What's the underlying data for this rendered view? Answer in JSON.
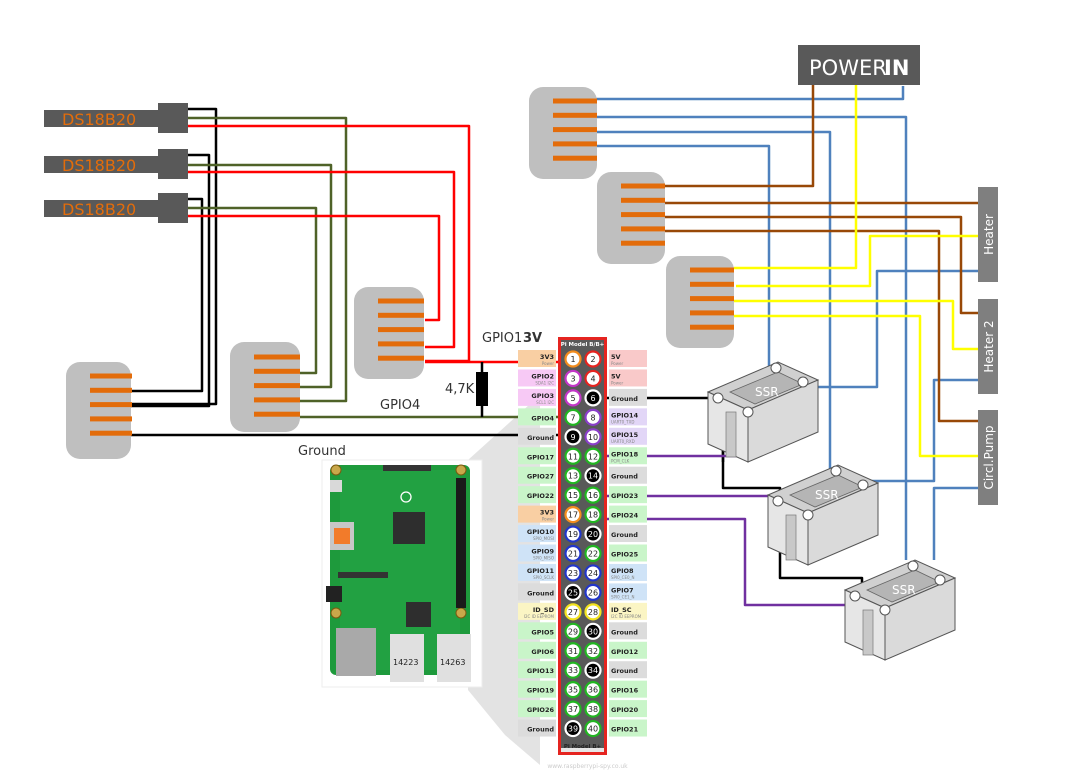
{
  "sensors": {
    "label": "DS18B20",
    "items": [
      {
        "name": "DS18B20"
      },
      {
        "name": "DS18B20"
      },
      {
        "name": "DS18B20"
      }
    ]
  },
  "labels": {
    "gpio1_prefix": "GPIO1",
    "gpio1_suffix": "3V",
    "resistor": "4,7K",
    "gpio4": "GPIO4",
    "ground": "Ground",
    "ssr": "SSR",
    "power_in_a": "POWER",
    "power_in_b": "IN"
  },
  "loads": [
    {
      "name": "Heater"
    },
    {
      "name": "Heater 2"
    },
    {
      "name": "Circl.Pump"
    }
  ],
  "header": {
    "title_top": "Pi Model B/B+",
    "title_bottom": "Pi Model B+",
    "credit": "www.raspberrypi-spy.co.uk",
    "pins": [
      {
        "n": 1,
        "left": "3V3",
        "left_sub": "Power",
        "ring": "#f28c1e",
        "fill": "#fff",
        "lbg": "#f9cfa3"
      },
      {
        "n": 2,
        "right": "5V",
        "right_sub": "Power",
        "ring": "#e52420",
        "fill": "#fff",
        "rbg": "#f9c9c9"
      },
      {
        "n": 3,
        "left": "GPIO2",
        "left_sub": "SDA1 I2C",
        "ring": "#c236c7",
        "fill": "#fff",
        "lbg": "#f7c9f5"
      },
      {
        "n": 4,
        "right": "5V",
        "right_sub": "Power",
        "ring": "#e52420",
        "fill": "#fff",
        "rbg": "#f9c9c9"
      },
      {
        "n": 5,
        "left": "GPIO3",
        "left_sub": "SCL1 I2C",
        "ring": "#c236c7",
        "fill": "#fff",
        "lbg": "#f7c9f5"
      },
      {
        "n": 6,
        "right": "Ground",
        "right_sub": "",
        "ring": "#fff",
        "fill": "#000",
        "rbg": "#dcdcdc"
      },
      {
        "n": 7,
        "left": "GPIO4",
        "left_sub": "",
        "ring": "#22b522",
        "fill": "#fff",
        "lbg": "#c9f5c9"
      },
      {
        "n": 8,
        "right": "GPIO14",
        "right_sub": "UART0_TXD",
        "ring": "#8a3ec9",
        "fill": "#fff",
        "rbg": "#e2d6f7"
      },
      {
        "n": 9,
        "left": "Ground",
        "left_sub": "",
        "ring": "#fff",
        "fill": "#000",
        "lbg": "#dcdcdc"
      },
      {
        "n": 10,
        "right": "GPIO15",
        "right_sub": "UART0_RXD",
        "ring": "#8a3ec9",
        "fill": "#fff",
        "rbg": "#e2d6f7"
      },
      {
        "n": 11,
        "left": "GPIO17",
        "left_sub": "",
        "ring": "#22b522",
        "fill": "#fff",
        "lbg": "#c9f5c9"
      },
      {
        "n": 12,
        "right": "GPIO18",
        "right_sub": "PCM_CLK",
        "ring": "#22b522",
        "fill": "#fff",
        "rbg": "#c9f5c9"
      },
      {
        "n": 13,
        "left": "GPIO27",
        "left_sub": "",
        "ring": "#22b522",
        "fill": "#fff",
        "lbg": "#c9f5c9"
      },
      {
        "n": 14,
        "right": "Ground",
        "right_sub": "",
        "ring": "#fff",
        "fill": "#000",
        "rbg": "#dcdcdc"
      },
      {
        "n": 15,
        "left": "GPIO22",
        "left_sub": "",
        "ring": "#22b522",
        "fill": "#fff",
        "lbg": "#c9f5c9"
      },
      {
        "n": 16,
        "right": "GPIO23",
        "right_sub": "",
        "ring": "#22b522",
        "fill": "#fff",
        "rbg": "#c9f5c9"
      },
      {
        "n": 17,
        "left": "3V3",
        "left_sub": "Power",
        "ring": "#f28c1e",
        "fill": "#fff",
        "lbg": "#f9cfa3"
      },
      {
        "n": 18,
        "right": "GPIO24",
        "right_sub": "",
        "ring": "#22b522",
        "fill": "#fff",
        "rbg": "#c9f5c9"
      },
      {
        "n": 19,
        "left": "GPIO10",
        "left_sub": "SPI0_MOSI",
        "ring": "#2236c9",
        "fill": "#fff",
        "lbg": "#cfe3f7"
      },
      {
        "n": 20,
        "right": "Ground",
        "right_sub": "",
        "ring": "#fff",
        "fill": "#000",
        "rbg": "#dcdcdc"
      },
      {
        "n": 21,
        "left": "GPIO9",
        "left_sub": "SPI0_MISO",
        "ring": "#2236c9",
        "fill": "#fff",
        "lbg": "#cfe3f7"
      },
      {
        "n": 22,
        "right": "GPIO25",
        "right_sub": "",
        "ring": "#22b522",
        "fill": "#fff",
        "rbg": "#c9f5c9"
      },
      {
        "n": 23,
        "left": "GPIO11",
        "left_sub": "SPI0_SCLK",
        "ring": "#2236c9",
        "fill": "#fff",
        "lbg": "#cfe3f7"
      },
      {
        "n": 24,
        "right": "GPIO8",
        "right_sub": "SPI0_CE0_N",
        "ring": "#2236c9",
        "fill": "#fff",
        "rbg": "#cfe3f7"
      },
      {
        "n": 25,
        "left": "Ground",
        "left_sub": "",
        "ring": "#fff",
        "fill": "#000",
        "lbg": "#dcdcdc"
      },
      {
        "n": 26,
        "right": "GPIO7",
        "right_sub": "SPI0_CE1_N",
        "ring": "#2236c9",
        "fill": "#fff",
        "rbg": "#cfe3f7"
      },
      {
        "n": 27,
        "left": "ID_SD",
        "left_sub": "I2C ID EEPROM",
        "ring": "#f2e21e",
        "fill": "#fff",
        "lbg": "#fbf5c4"
      },
      {
        "n": 28,
        "right": "ID_SC",
        "right_sub": "I2C ID EEPROM",
        "ring": "#f2e21e",
        "fill": "#fff",
        "rbg": "#fbf5c4"
      },
      {
        "n": 29,
        "left": "GPIO5",
        "left_sub": "",
        "ring": "#22b522",
        "fill": "#fff",
        "lbg": "#c9f5c9"
      },
      {
        "n": 30,
        "right": "Ground",
        "right_sub": "",
        "ring": "#fff",
        "fill": "#000",
        "rbg": "#dcdcdc"
      },
      {
        "n": 31,
        "left": "GPIO6",
        "left_sub": "",
        "ring": "#22b522",
        "fill": "#fff",
        "lbg": "#c9f5c9"
      },
      {
        "n": 32,
        "right": "GPIO12",
        "right_sub": "",
        "ring": "#22b522",
        "fill": "#fff",
        "rbg": "#c9f5c9"
      },
      {
        "n": 33,
        "left": "GPIO13",
        "left_sub": "",
        "ring": "#22b522",
        "fill": "#fff",
        "lbg": "#c9f5c9"
      },
      {
        "n": 34,
        "right": "Ground",
        "right_sub": "",
        "ring": "#fff",
        "fill": "#000",
        "rbg": "#dcdcdc"
      },
      {
        "n": 35,
        "left": "GPIO19",
        "left_sub": "",
        "ring": "#22b522",
        "fill": "#fff",
        "lbg": "#c9f5c9"
      },
      {
        "n": 36,
        "right": "GPIO16",
        "right_sub": "",
        "ring": "#22b522",
        "fill": "#fff",
        "rbg": "#c9f5c9"
      },
      {
        "n": 37,
        "left": "GPIO26",
        "left_sub": "",
        "ring": "#22b522",
        "fill": "#fff",
        "lbg": "#c9f5c9"
      },
      {
        "n": 38,
        "right": "GPIO20",
        "right_sub": "",
        "ring": "#22b522",
        "fill": "#fff",
        "rbg": "#c9f5c9"
      },
      {
        "n": 39,
        "left": "Ground",
        "left_sub": "",
        "ring": "#fff",
        "fill": "#000",
        "lbg": "#dcdcdc"
      },
      {
        "n": 40,
        "right": "GPIO21",
        "right_sub": "",
        "ring": "#22b522",
        "fill": "#fff",
        "rbg": "#c9f5c9"
      }
    ]
  },
  "board": {
    "usb_label_1": "14223",
    "usb_label_2": "14263"
  },
  "colors": {
    "orange": "#e36c0a",
    "red": "#ff0000",
    "olive": "#4f6228",
    "black": "#000000",
    "blue": "#4f81bd",
    "brown": "#984807",
    "yellow": "#ffff00",
    "purple": "#7030a0",
    "dark_box": "#595959",
    "connector_grey": "#bfbfbf"
  }
}
